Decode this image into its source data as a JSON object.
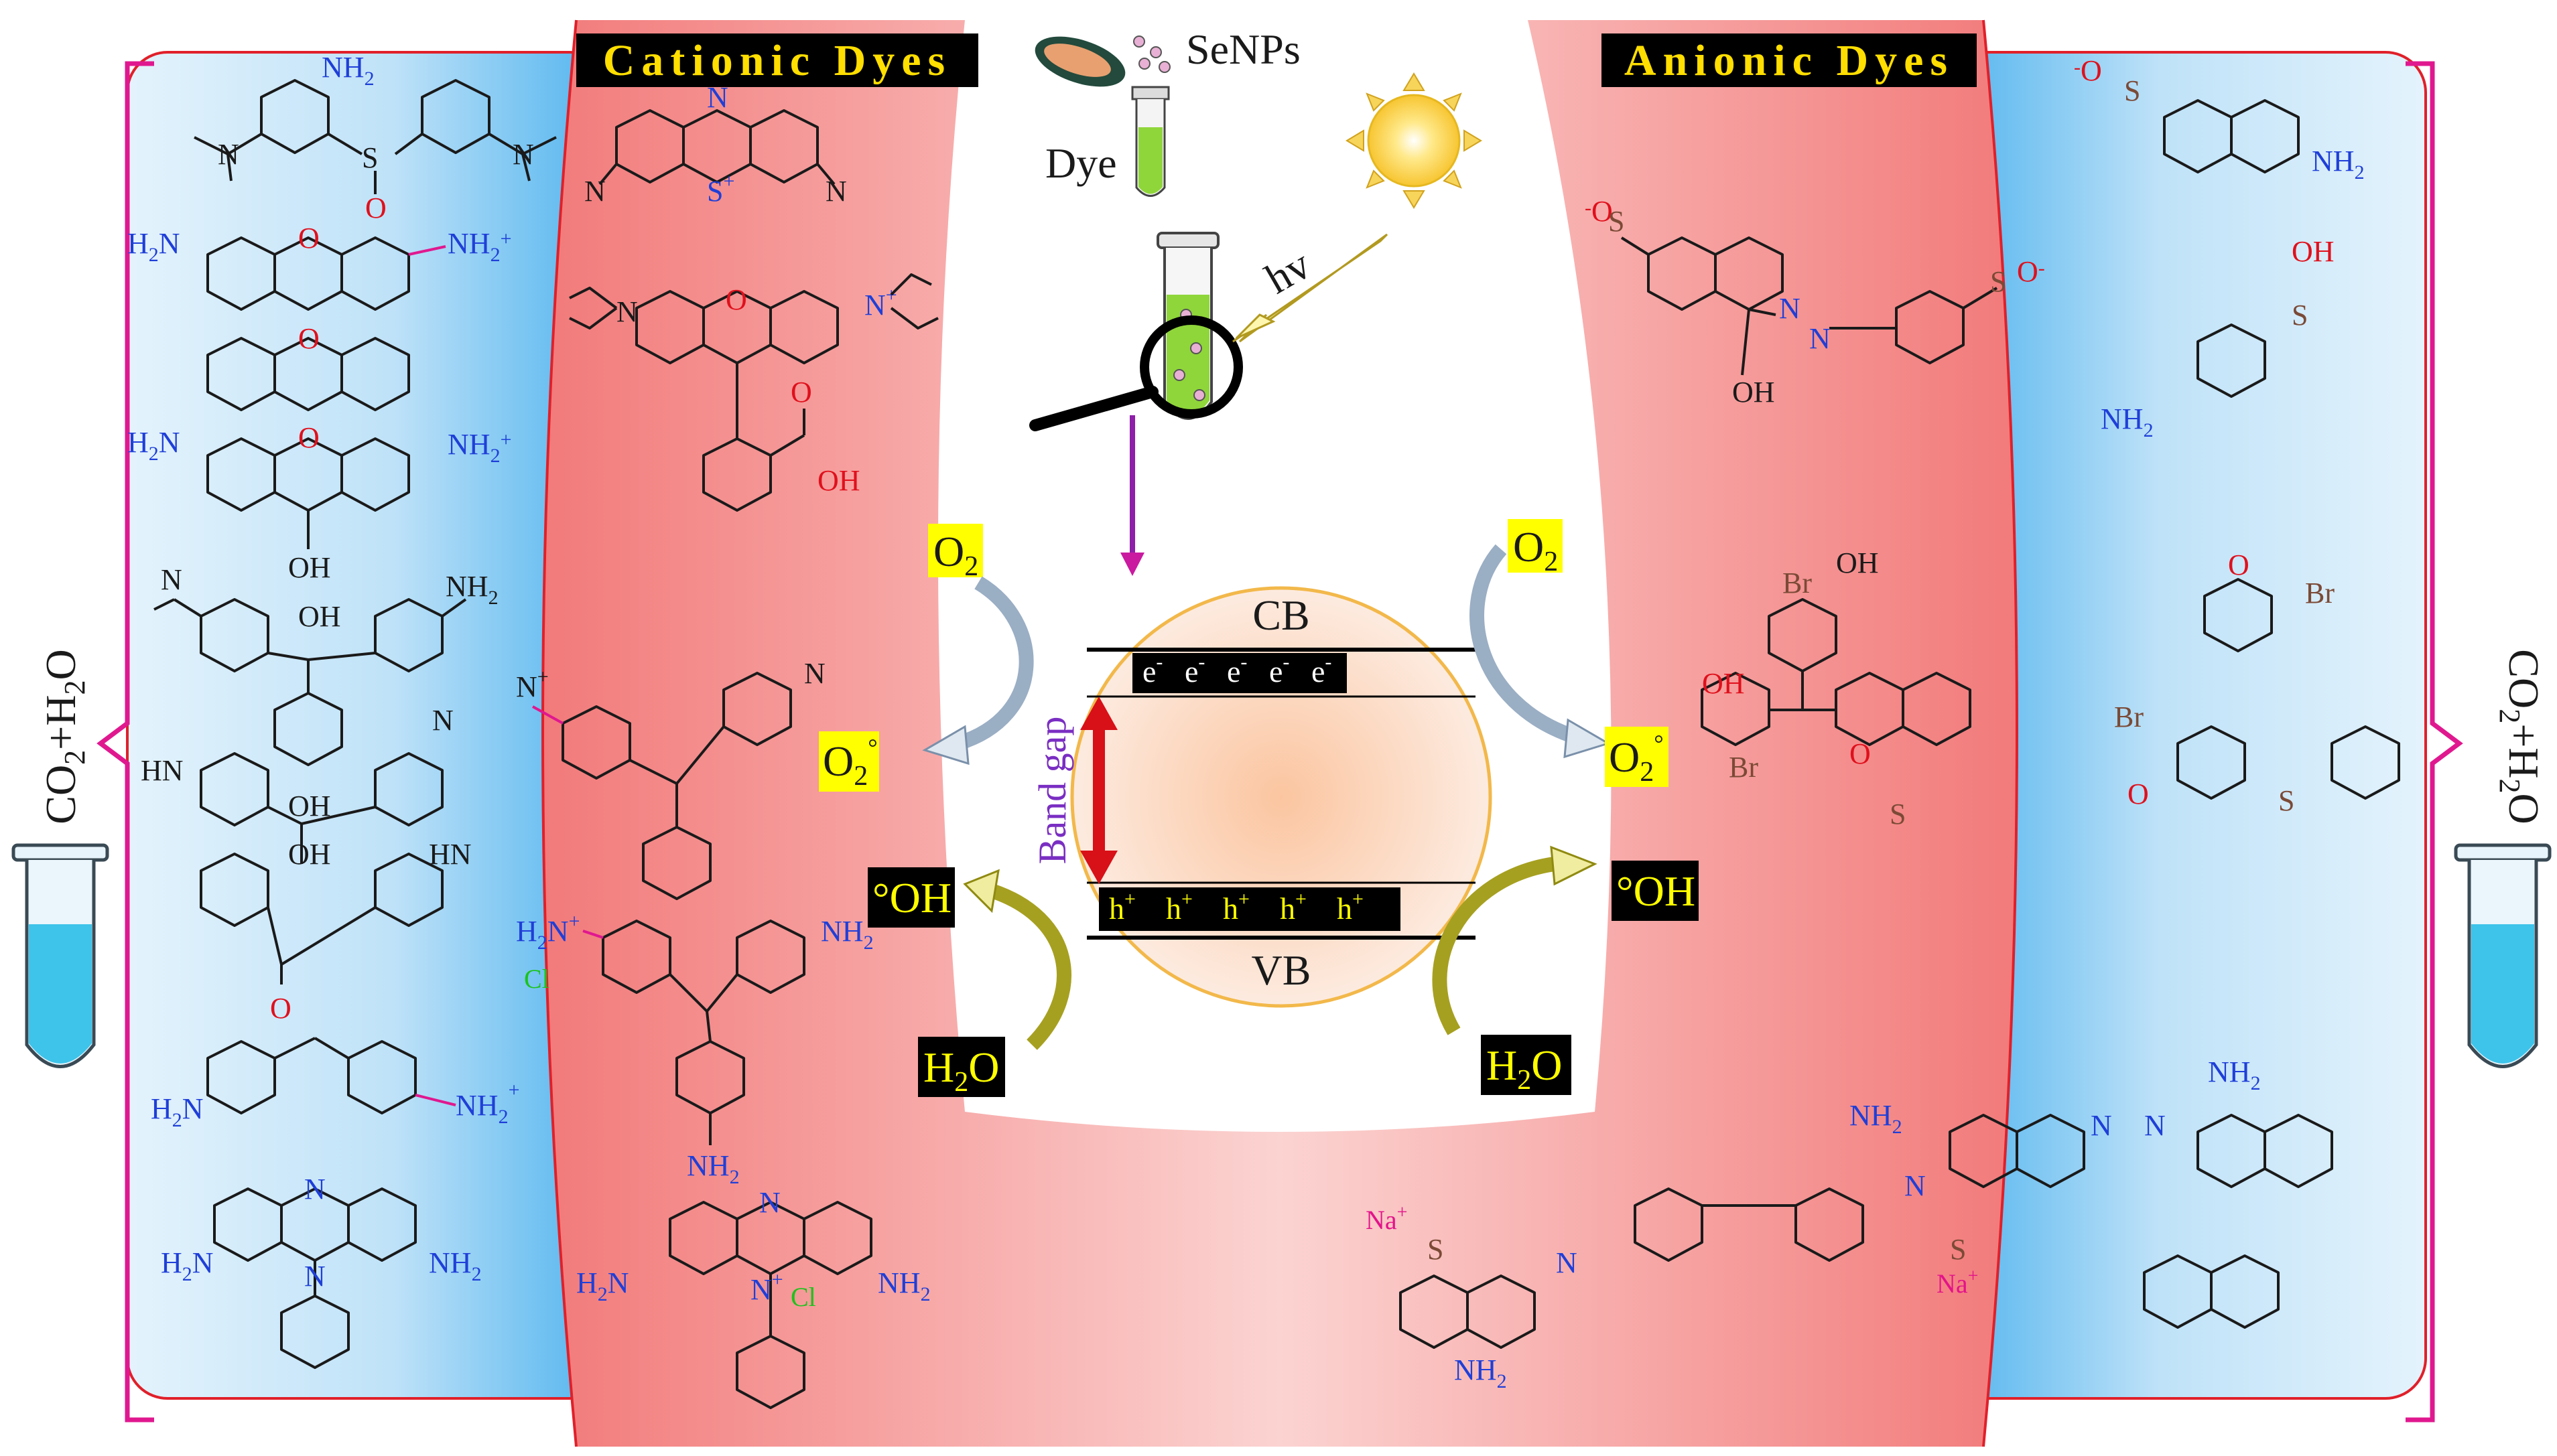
{
  "headers": {
    "cationic": "Cationic  Dyes",
    "anionic": "Anionic  Dyes"
  },
  "center_top": {
    "senps_label": "SeNPs",
    "dye_label": "Dye",
    "hv_label": "hv"
  },
  "band_diagram": {
    "cb_label": "CB",
    "vb_label": "VB",
    "band_gap_label": "Band gap",
    "electron": "e",
    "hole": "h"
  },
  "species": {
    "o2": "O",
    "o2_radical": "O",
    "oh_radical": "°OH",
    "h2o": "H",
    "co2_h2o": "CO"
  },
  "cationic_structures": {
    "amine": "NH",
    "dimethylamino": "N",
    "oxygen": "O",
    "sulfur": "S",
    "nitrogen": "N",
    "hydroxyl": "OH",
    "carboxyl": "OH",
    "chloride": "Cl",
    "aniline_h2n": "H",
    "hn": "HN"
  },
  "anionic_structures": {
    "sulfonate": "S",
    "oxygen": "O",
    "hydroxyl": "OH",
    "amine": "NH",
    "bromine": "Br",
    "sodium": "Na",
    "azo_n": "N"
  },
  "colors": {
    "cationic_band": "#f47a7a",
    "outer_blue": "#7ec8f5",
    "bracket": "#e0188f",
    "header_bg": "#000000",
    "header_text": "#ffde00",
    "species_box": "#ffff00",
    "radical_box": "#000000",
    "band_gap_arrow": "#d81018",
    "bg_circle": "#fbd6bd",
    "tube_liquid": "#3ec4ea",
    "dye_liquid": "#8fd63a"
  }
}
